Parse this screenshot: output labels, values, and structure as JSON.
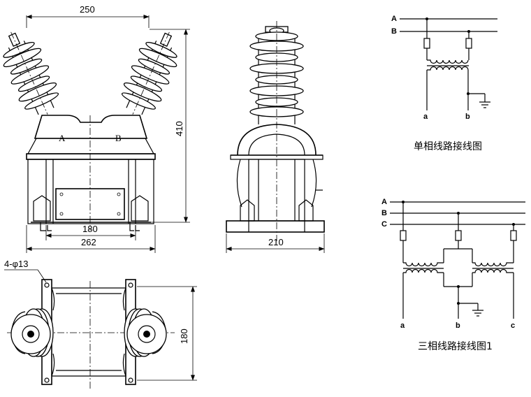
{
  "front_view": {
    "dim_top": "250",
    "dim_height": "410",
    "dim_inner": "180",
    "dim_base": "262",
    "terminal_a": "A",
    "terminal_b": "B"
  },
  "side_view": {
    "dim_base": "210"
  },
  "bottom_view": {
    "hole_label": "4-φ13",
    "dim_depth": "180"
  },
  "single_phase": {
    "caption": "单相线路接线图",
    "bus": [
      "A",
      "B"
    ],
    "secondary": [
      "a",
      "b"
    ]
  },
  "three_phase": {
    "caption": "三相线路接线图1",
    "bus": [
      "A",
      "B",
      "C"
    ],
    "secondary": [
      "a",
      "b",
      "c"
    ]
  }
}
